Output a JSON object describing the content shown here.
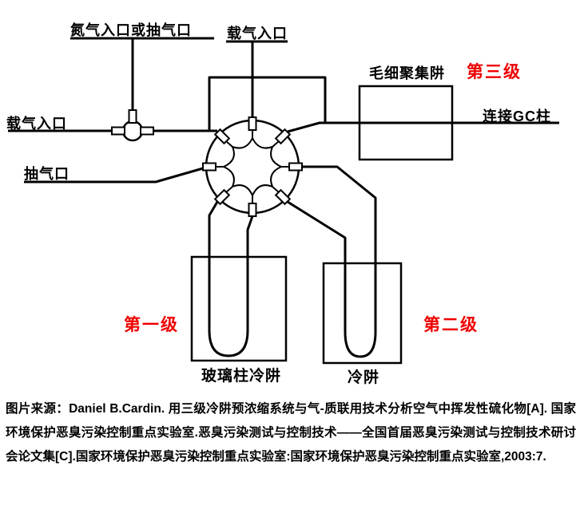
{
  "diagram": {
    "labels": {
      "nitrogen_inlet": "氮气入口或抽气口",
      "carrier_gas_top": "载气入口",
      "carrier_gas_left": "载气入口",
      "pump_port": "抽气口",
      "capillary_trap": "毛细聚集阱",
      "stage3": "第三级",
      "gc_column": "连接GC柱",
      "stage1": "第一级",
      "stage2": "第二级",
      "glass_trap": "玻璃柱冷阱",
      "cold_trap": "冷阱"
    },
    "colors": {
      "line": "#000000",
      "stage_label": "#ee0000",
      "background": "#ffffff"
    }
  },
  "caption": {
    "text": "图片来源：Daniel B.Cardin. 用三级冷阱预浓缩系统与气-质联用技术分析空气中挥发性硫化物[A]. 国家环境保护恶臭污染控制重点实验室.恶臭污染测试与控制技术——全国首届恶臭污染测试与控制技术研讨会论文集[C].国家环境保护恶臭污染控制重点实验室:国家环境保护恶臭污染控制重点实验室,2003:7."
  }
}
